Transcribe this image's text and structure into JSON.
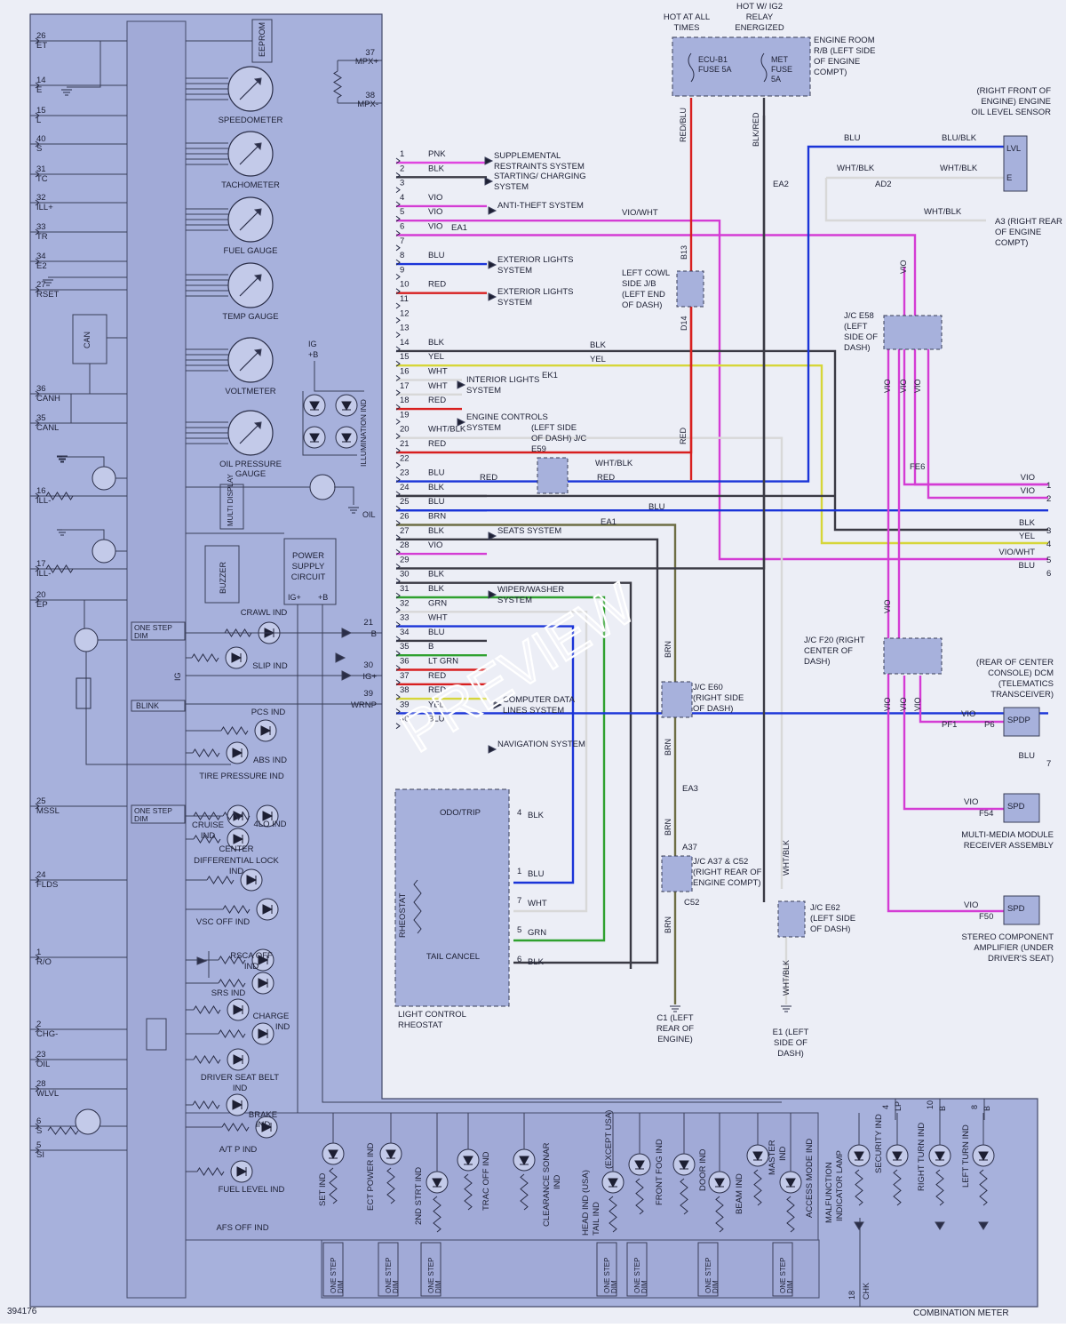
{
  "diagram": {
    "id_number": "394176",
    "footer_label": "COMBINATION METER",
    "watermark": "PREVIEW",
    "colors": {
      "panel": "#a7b1dc",
      "background": "#eceef6",
      "pink": "#e046e0",
      "blue": "#1a34d8",
      "red": "#d81f1f",
      "yellow": "#d6d63a",
      "black": "#3a3a44",
      "white": "#d8d8d8",
      "green": "#2fa12f",
      "brown": "#6d6d44",
      "violet": "#d43cd4"
    },
    "power": {
      "hot_at_all_times": "HOT AT ALL TIMES",
      "hot_w_ig2": "HOT W/ IG2 RELAY ENERGIZED",
      "ecu_fuse": "ECU-B1 FUSE 5A",
      "met_fuse": "MET FUSE 5A",
      "rb_location": "ENGINE ROOM R/B (LEFT SIDE OF ENGINE COMPT)"
    },
    "left_pins": [
      {
        "num": "26",
        "name": "ET"
      },
      {
        "num": "14",
        "name": "E"
      },
      {
        "num": "15",
        "name": "L"
      },
      {
        "num": "40",
        "name": "S"
      },
      {
        "num": "31",
        "name": "TC"
      },
      {
        "num": "32",
        "name": "ILL+"
      },
      {
        "num": "33",
        "name": "TR"
      },
      {
        "num": "34",
        "name": "E2"
      },
      {
        "num": "27",
        "name": "RSET"
      },
      {
        "num": "36",
        "name": "CANH"
      },
      {
        "num": "35",
        "name": "CANL"
      },
      {
        "num": "16",
        "name": "ILL-"
      },
      {
        "num": "17",
        "name": "ILL-"
      },
      {
        "num": "20",
        "name": "EP"
      },
      {
        "num": "25",
        "name": "MSSL"
      },
      {
        "num": "24",
        "name": "FLDS"
      },
      {
        "num": "1",
        "name": "R/O"
      },
      {
        "num": "2",
        "name": "CHG-"
      },
      {
        "num": "23",
        "name": "OIL"
      },
      {
        "num": "28",
        "name": "WLVL"
      },
      {
        "num": "6",
        "name": "S"
      },
      {
        "num": "5",
        "name": "SI"
      }
    ],
    "gauges": [
      "SPEEDOMETER",
      "TACHOMETER",
      "FUEL GAUGE",
      "TEMP GAUGE",
      "VOLTMETER",
      "OIL PRESSURE GAUGE"
    ],
    "blocks": {
      "eeprom": "EEPROM",
      "can": "CAN",
      "multi_display": "MULTI DISPLAY",
      "buzzer": "BUZZER",
      "power_supply": "POWER SUPPLY CIRCUIT",
      "ig_plus": "IG+",
      "plus_b": "+B",
      "one_step_dim": "ONE STEP DIM",
      "blink": "BLINK",
      "ig": "IG",
      "ig_b": "IG +B",
      "illumination_ind": "ILLUMINATION IND",
      "oil": "OIL"
    },
    "mpx": [
      {
        "num": "37",
        "name": "MPX+"
      },
      {
        "num": "38",
        "name": "MPX-"
      }
    ],
    "right_pins_meter": [
      {
        "num": "21",
        "name": "B"
      },
      {
        "num": "30",
        "name": "IG+"
      },
      {
        "num": "39",
        "name": "WRNP"
      }
    ],
    "indicators_left": [
      "CRAWL IND",
      "SLIP IND",
      "PCS IND",
      "ABS IND",
      "TIRE PRESSURE IND",
      "CRUISE IND",
      "4LO IND",
      "CENTER DIFFERENTIAL LOCK IND",
      "VSC OFF IND",
      "RSCA OFF IND",
      "SRS IND",
      "CHARGE IND",
      "DRIVER SEAT BELT IND",
      "BRAKE IND",
      "A/T P IND",
      "FUEL LEVEL IND",
      "AFS OFF IND"
    ],
    "indicators_bottom": [
      "SET IND",
      "ECT POWER IND",
      "2ND STRT IND",
      "TRAC OFF IND",
      "CLEARANCE SONAR IND",
      "HEAD IND (USA) TAIL IND (EXCEPT USA)",
      "FRONT FOG IND",
      "DOOR IND",
      "BEAM IND",
      "MASTER IND",
      "ACCESS MODE IND",
      "MALFUNCTION INDICATOR LAMP",
      "SECURITY IND",
      "RIGHT TURN IND",
      "LEFT TURN IND"
    ],
    "bottom_pins": [
      {
        "num": "4",
        "name": "LP"
      },
      {
        "num": "10",
        "name": "B"
      },
      {
        "num": "8",
        "name": "B"
      },
      {
        "num": "18",
        "name": "CHK"
      }
    ],
    "connector_pins": [
      {
        "num": "1",
        "color": "PNK"
      },
      {
        "num": "2",
        "color": "BLK"
      },
      {
        "num": "3",
        "color": ""
      },
      {
        "num": "4",
        "color": "VIO"
      },
      {
        "num": "5",
        "color": "VIO"
      },
      {
        "num": "6",
        "color": "VIO"
      },
      {
        "num": "7",
        "color": ""
      },
      {
        "num": "8",
        "color": "BLU"
      },
      {
        "num": "9",
        "color": ""
      },
      {
        "num": "10",
        "color": "RED"
      },
      {
        "num": "11",
        "color": ""
      },
      {
        "num": "12",
        "color": ""
      },
      {
        "num": "13",
        "color": ""
      },
      {
        "num": "14",
        "color": "BLK"
      },
      {
        "num": "15",
        "color": "YEL"
      },
      {
        "num": "16",
        "color": "WHT"
      },
      {
        "num": "17",
        "color": "WHT"
      },
      {
        "num": "18",
        "color": "RED"
      },
      {
        "num": "19",
        "color": ""
      },
      {
        "num": "20",
        "color": "WHT/BLK"
      },
      {
        "num": "21",
        "color": "RED"
      },
      {
        "num": "22",
        "color": ""
      },
      {
        "num": "23",
        "color": "BLU"
      },
      {
        "num": "24",
        "color": "BLK"
      },
      {
        "num": "25",
        "color": "BLU"
      },
      {
        "num": "26",
        "color": "BRN"
      },
      {
        "num": "27",
        "color": "BLK"
      },
      {
        "num": "28",
        "color": "VIO"
      },
      {
        "num": "29",
        "color": ""
      },
      {
        "num": "30",
        "color": "BLK"
      },
      {
        "num": "31",
        "color": "BLK"
      },
      {
        "num": "32",
        "color": "GRN"
      },
      {
        "num": "33",
        "color": "WHT"
      },
      {
        "num": "34",
        "color": "BLU"
      },
      {
        "num": "35",
        "color": "B"
      },
      {
        "num": "36",
        "color": "LT GRN"
      },
      {
        "num": "37",
        "color": "RED"
      },
      {
        "num": "38",
        "color": "RED"
      },
      {
        "num": "39",
        "color": "YEL"
      },
      {
        "num": "40",
        "color": "BLU"
      }
    ],
    "systems": [
      "SUPPLEMENTAL RESTRAINTS SYSTEM",
      "STARTING/ CHARGING SYSTEM",
      "ANTI-THEFT SYSTEM",
      "EXTERIOR LIGHTS SYSTEM",
      "EXTERIOR LIGHTS SYSTEM",
      "INTERIOR LIGHTS SYSTEM",
      "ENGINE CONTROLS SYSTEM",
      "SEATS SYSTEM",
      "WIPER/WASHER SYSTEM",
      "COMPUTER DATA LINES SYSTEM",
      "NAVIGATION SYSTEM"
    ],
    "connectors": {
      "ea1": "EA1",
      "ek1": "EK1",
      "ea2": "EA2",
      "ad2": "AD2",
      "ea3": "EA3",
      "a37": "A37",
      "c52": "C52",
      "fe6": "FE6",
      "pf1": "PF1",
      "p6": "P6",
      "f54": "F54",
      "f50": "F50",
      "b13": "B13",
      "d14": "D14",
      "a3": "A3"
    },
    "junctions": {
      "e59": "(LEFT SIDE OF DASH) J/C E59",
      "cowl": "LEFT COWL SIDE J/B (LEFT END OF DASH)",
      "e58": "J/C E58 (LEFT SIDE OF DASH)",
      "f20": "J/C F20 (RIGHT CENTER OF DASH)",
      "e60": "J/C E60 (RIGHT SIDE OF DASH)",
      "a37c52": "J/C A37 & C52 (RIGHT REAR OF ENGINE COMPT)",
      "e62": "J/C E62 (LEFT SIDE OF DASH)"
    },
    "grounds": {
      "c1": "C1 (LEFT REAR OF ENGINE)",
      "e1": "E1 (LEFT SIDE OF DASH)",
      "a3": "A3 (RIGHT REAR OF ENGINE COMPT)"
    },
    "sensor": {
      "title": "(RIGHT FRONT OF ENGINE) ENGINE OIL LEVEL SENSOR",
      "lvl": "LVL",
      "e": "E"
    },
    "light_control": {
      "title": "LIGHT CONTROL RHEOSTAT",
      "odo": "ODO/TRIP",
      "rheostat": "RHEOSTAT",
      "tail": "TAIL CANCEL"
    },
    "right_modules": [
      {
        "name": "SPDP",
        "desc": "(REAR OF CENTER CONSOLE) DCM (TELEMATICS TRANSCEIVER)"
      },
      {
        "name": "SPD",
        "desc": "MULTI-MEDIA MODULE RECEIVER ASSEMBLY"
      },
      {
        "name": "SPD",
        "desc": "STEREO COMPONENT AMPLIFIER (UNDER DRIVER'S SEAT)"
      }
    ],
    "right_edge_outputs": [
      {
        "color": "VIO",
        "num": "1"
      },
      {
        "color": "VIO",
        "num": "2"
      },
      {
        "color": "BLK",
        "num": "3"
      },
      {
        "color": "YEL",
        "num": "4"
      },
      {
        "color": "VIO/WHT",
        "num": "5"
      },
      {
        "color": "BLU",
        "num": "6"
      },
      {
        "color": "BLU",
        "num": "7"
      }
    ]
  }
}
